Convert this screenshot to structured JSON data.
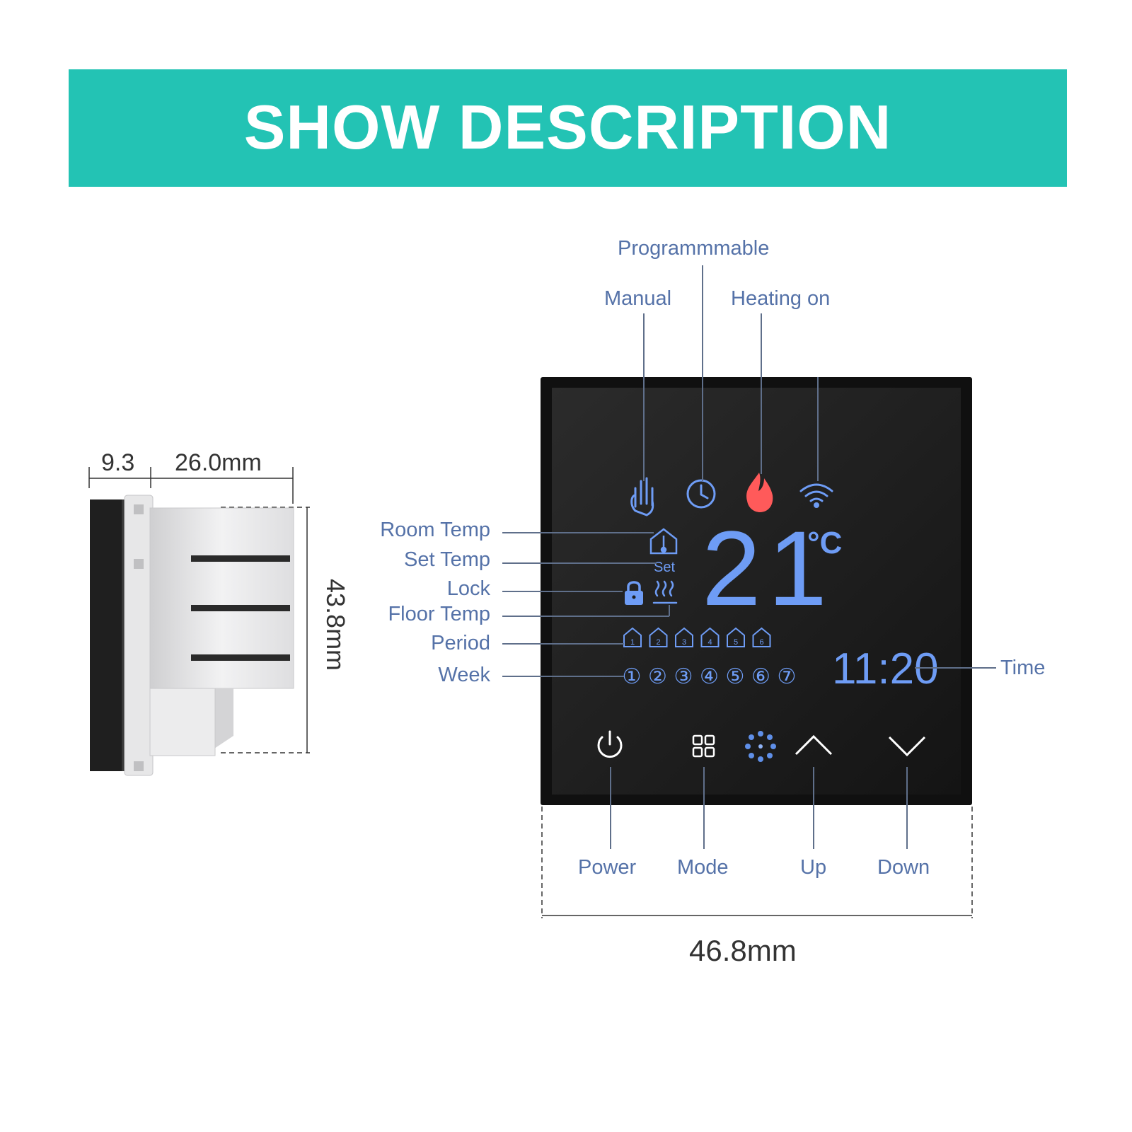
{
  "banner": {
    "title": "SHOW DESCRIPTION"
  },
  "side_view": {
    "dim_front": "9.3",
    "dim_depth": "26.0mm",
    "dim_height": "43.8mm"
  },
  "callouts": {
    "programmable": "Programmmable",
    "manual": "Manual",
    "heating_on": "Heating on",
    "room_temp": "Room Temp",
    "set_temp": "Set Temp",
    "lock": "Lock",
    "floor_temp": "Floor Temp",
    "period": "Period",
    "week": "Week",
    "time": "Time",
    "power": "Power",
    "mode": "Mode",
    "up": "Up",
    "down": "Down"
  },
  "display": {
    "temperature": "21",
    "unit": "°C",
    "set_label": "Set",
    "clock": "11:20",
    "period_numbers": [
      "1",
      "2",
      "3",
      "4",
      "5",
      "6"
    ],
    "week_days": [
      "①",
      "②",
      "③",
      "④",
      "⑤",
      "⑥",
      "⑦"
    ]
  },
  "front_width": "46.8mm",
  "colors": {
    "banner": "#23c3b4",
    "callout_text": "#5572a8",
    "lcd_blue": "#6e9cf5",
    "flame": "#ff5a5a",
    "panel": "#1d1d1d"
  },
  "icons": [
    "hand-icon",
    "clock-icon",
    "flame-icon",
    "wifi-icon",
    "house-thermometer-icon",
    "lock-icon",
    "floor-heat-icon",
    "power-icon",
    "mode-grid-icon",
    "dot-ring-icon",
    "up-chevron-icon",
    "down-chevron-icon"
  ]
}
